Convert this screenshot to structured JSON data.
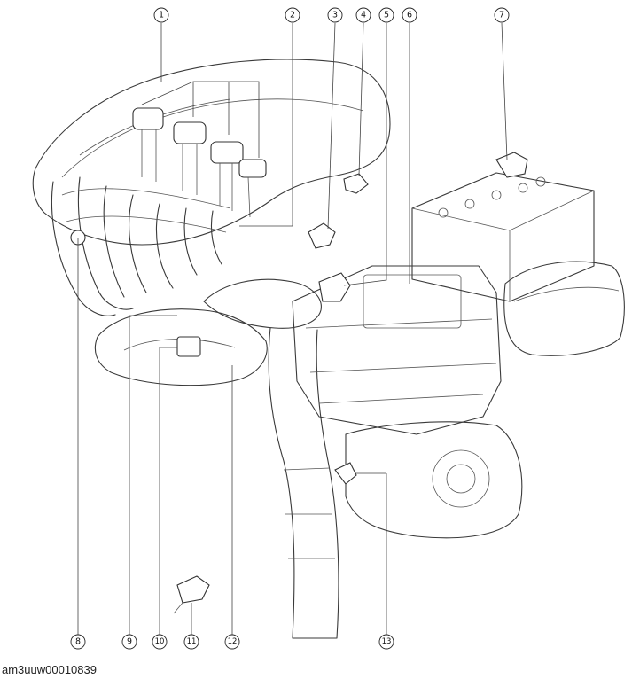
{
  "callouts": [
    {
      "id": "c1",
      "label": "1"
    },
    {
      "id": "c2",
      "label": "2"
    },
    {
      "id": "c3",
      "label": "3"
    },
    {
      "id": "c4",
      "label": "4"
    },
    {
      "id": "c5",
      "label": "5"
    },
    {
      "id": "c6",
      "label": "6"
    },
    {
      "id": "c7",
      "label": "7"
    },
    {
      "id": "c8",
      "label": "8"
    },
    {
      "id": "c9",
      "label": "9"
    },
    {
      "id": "c10",
      "label": "10"
    },
    {
      "id": "c11",
      "label": "11"
    },
    {
      "id": "c12",
      "label": "12"
    },
    {
      "id": "c13",
      "label": "13"
    }
  ],
  "figure_code": "am3uuw00010839"
}
